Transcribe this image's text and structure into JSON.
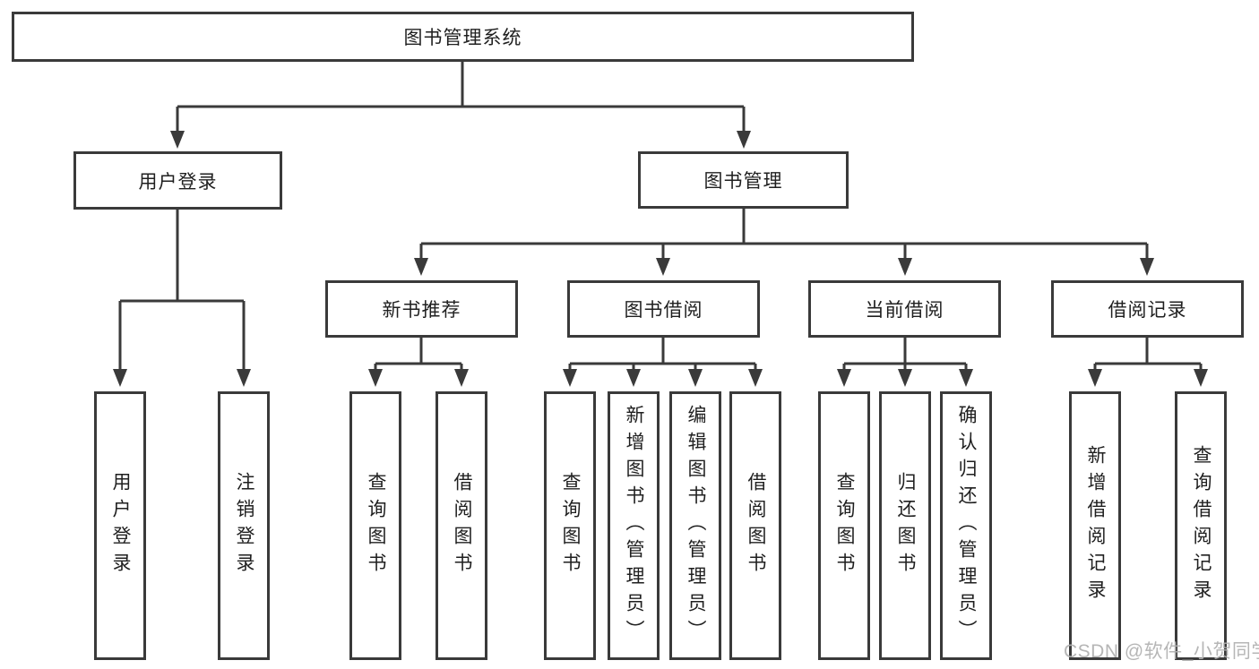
{
  "tree": {
    "label": "图书管理系统",
    "children": [
      {
        "label": "用户登录",
        "children": [
          {
            "label": "用户登录"
          },
          {
            "label": "注销登录"
          }
        ]
      },
      {
        "label": "图书管理",
        "children": [
          {
            "label": "新书推荐",
            "children": [
              {
                "label": "查询图书"
              },
              {
                "label": "借阅图书"
              }
            ]
          },
          {
            "label": "图书借阅",
            "children": [
              {
                "label": "查询图书"
              },
              {
                "label": "新增图书（管理员）"
              },
              {
                "label": "编辑图书（管理员）"
              },
              {
                "label": "借阅图书"
              }
            ]
          },
          {
            "label": "当前借阅",
            "children": [
              {
                "label": "查询图书"
              },
              {
                "label": "归还图书"
              },
              {
                "label": "确认归还（管理员）"
              }
            ]
          },
          {
            "label": "借阅记录",
            "children": [
              {
                "label": "新增借阅记录"
              },
              {
                "label": "查询借阅记录"
              }
            ]
          }
        ]
      }
    ]
  },
  "watermark": {
    "text": "CSDN @软件_小贺同学"
  },
  "colors": {
    "line": "#3a3a3a",
    "box_border": "#3a3a3a",
    "text": "#1f1f1f",
    "background": "#ffffff",
    "watermark": "#b2b2b2"
  }
}
